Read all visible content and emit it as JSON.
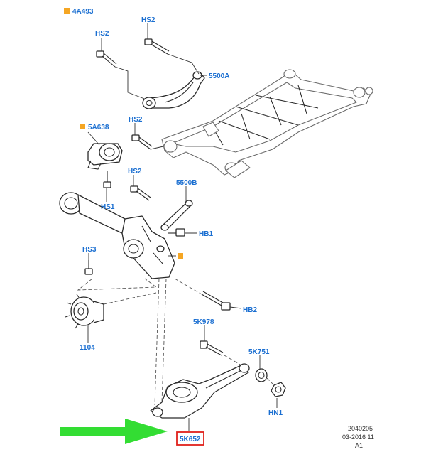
{
  "callouts": {
    "c_4a493": "4A493",
    "c_hs2_top": "HS2",
    "c_hs2_left": "HS2",
    "c_5500a": "5500A",
    "c_hs2_mid": "HS2",
    "c_5a638": "5A638",
    "c_hs2_lower": "HS2",
    "c_hs1": "HS1",
    "c_5500b": "5500B",
    "c_hb1": "HB1",
    "c_hs3": "HS3",
    "c_hb2": "HB2",
    "c_5k978": "5K978",
    "c_5k751": "5K751",
    "c_1104": "1104",
    "c_hn1": "HN1",
    "c_5k652": "5K652"
  },
  "footer": {
    "line1": "2040205",
    "line2": "03-2016 11",
    "line3": "A1"
  },
  "colors": {
    "callout": "#1b6fd1",
    "new_part_marker": "#f5a623",
    "highlight_box": "#e0211b",
    "arrow": "#33dd33"
  },
  "icons": {
    "new_part_marker": "orange-square-icon",
    "pointer": "green-arrow-icon"
  }
}
